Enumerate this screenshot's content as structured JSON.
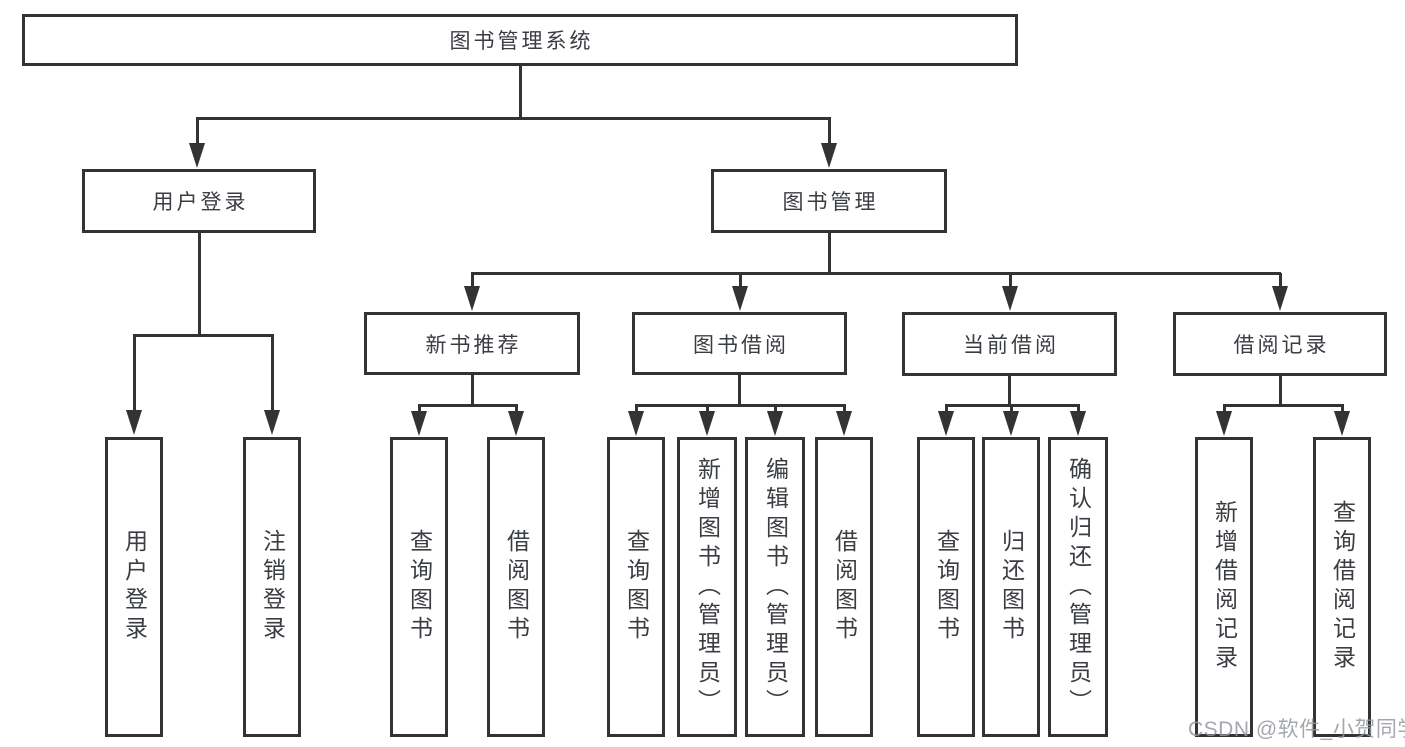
{
  "diagram_title": "图书管理系统",
  "tree": {
    "root": "图书管理系统",
    "branches": [
      {
        "label": "用户登录",
        "leaves": [
          "用户登录",
          "注销登录"
        ]
      },
      {
        "label": "图书管理",
        "groups": [
          {
            "label": "新书推荐",
            "leaves": [
              "查询图书",
              "借阅图书"
            ]
          },
          {
            "label": "图书借阅",
            "leaves": [
              "查询图书",
              "新增图书（管理员）",
              "编辑图书（管理员）",
              "借阅图书"
            ]
          },
          {
            "label": "当前借阅",
            "leaves": [
              "查询图书",
              "归还图书",
              "确认归还（管理员）"
            ]
          },
          {
            "label": "借阅记录",
            "leaves": [
              "新增借阅记录",
              "查询借阅记录"
            ]
          }
        ]
      }
    ]
  },
  "watermark": {
    "text": "CSDN @软件_小贺同学"
  },
  "colors": {
    "line": "#333333",
    "text": "#3a3d42",
    "watermark": "#9499a0",
    "background": "#ffffff"
  }
}
